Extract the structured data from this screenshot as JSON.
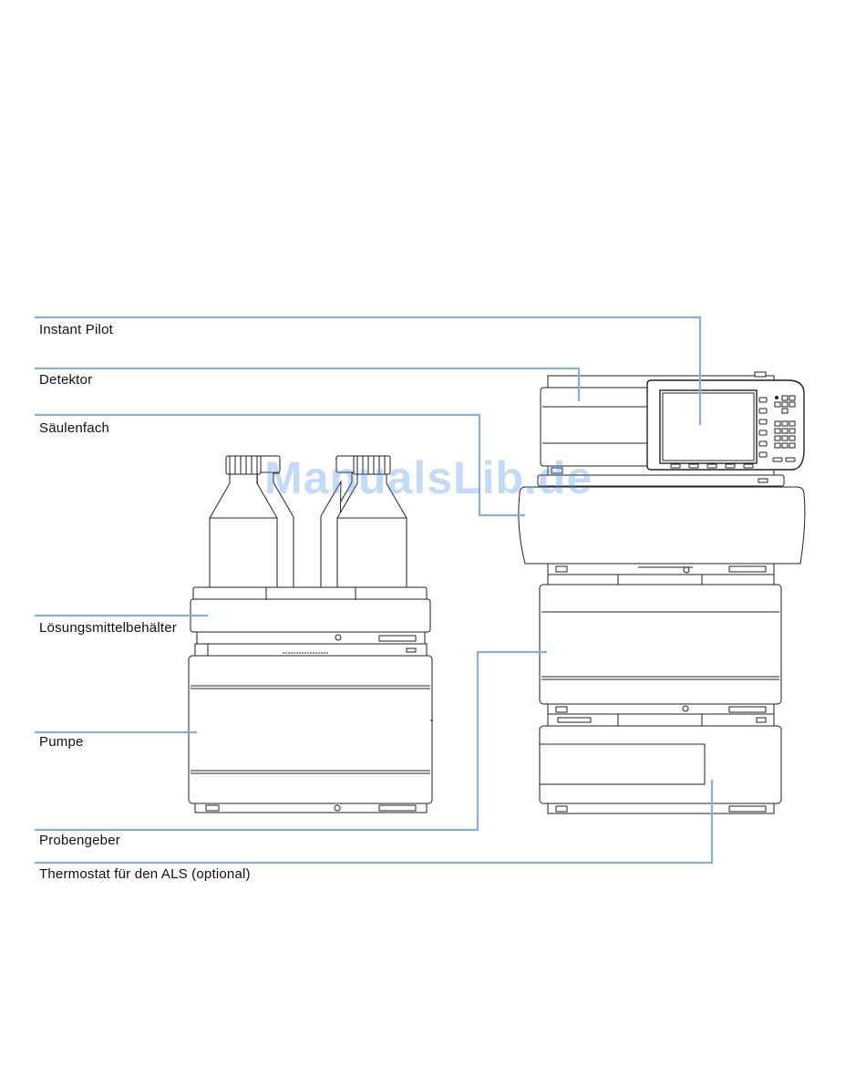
{
  "diagram": {
    "labels": {
      "instant_pilot": "Instant Pilot",
      "detektor": "Detektor",
      "saeulenfach": "Säulenfach",
      "loesungsmittel": "Lösungsmittelbehälter",
      "pumpe": "Pumpe",
      "probengeber": "Probengeber",
      "thermostat": "Thermostat für den ALS (optional)"
    },
    "watermark": "ManualsLib.de",
    "colors": {
      "leader_line": "#8aaed6",
      "outline": "#222222",
      "watermark": "#4f8fe0"
    }
  }
}
